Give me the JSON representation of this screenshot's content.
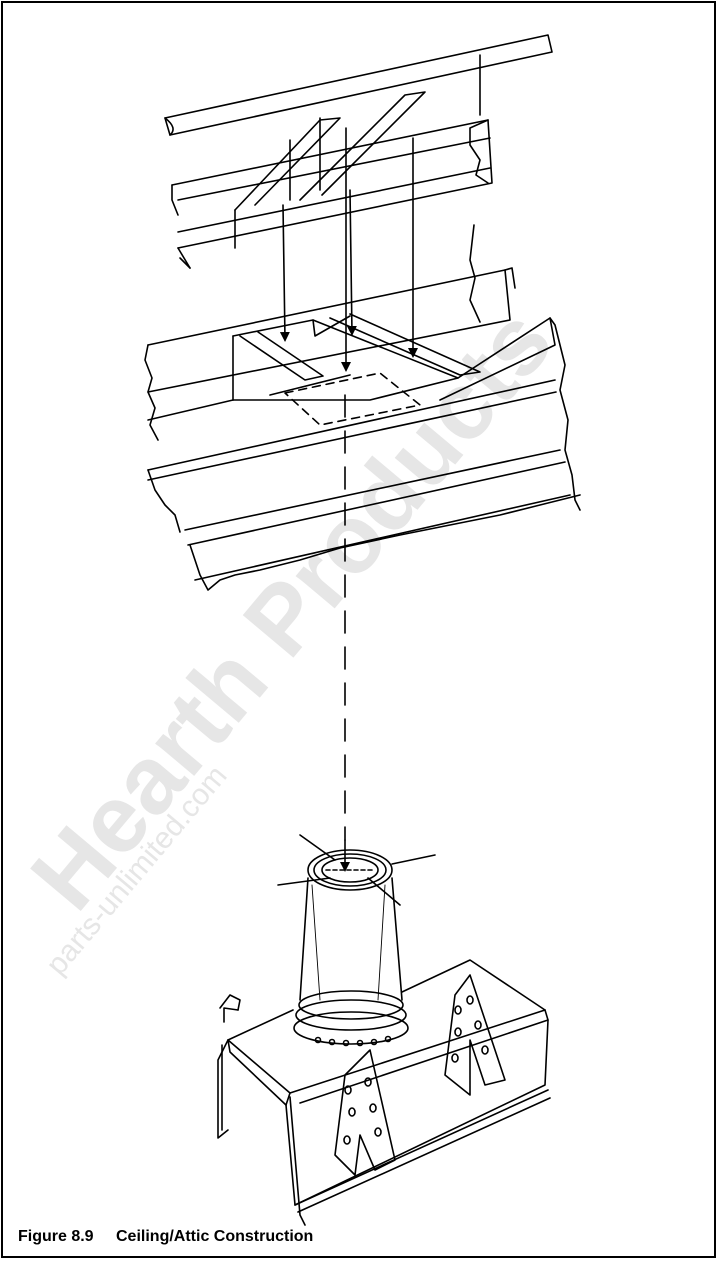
{
  "figure": {
    "number": "Figure 8.9",
    "title": "Ceiling/Attic Construction"
  },
  "watermark": {
    "main": "Hearth Products",
    "url": "parts-unlimited.com",
    "color": "#e6e6e6"
  }
}
